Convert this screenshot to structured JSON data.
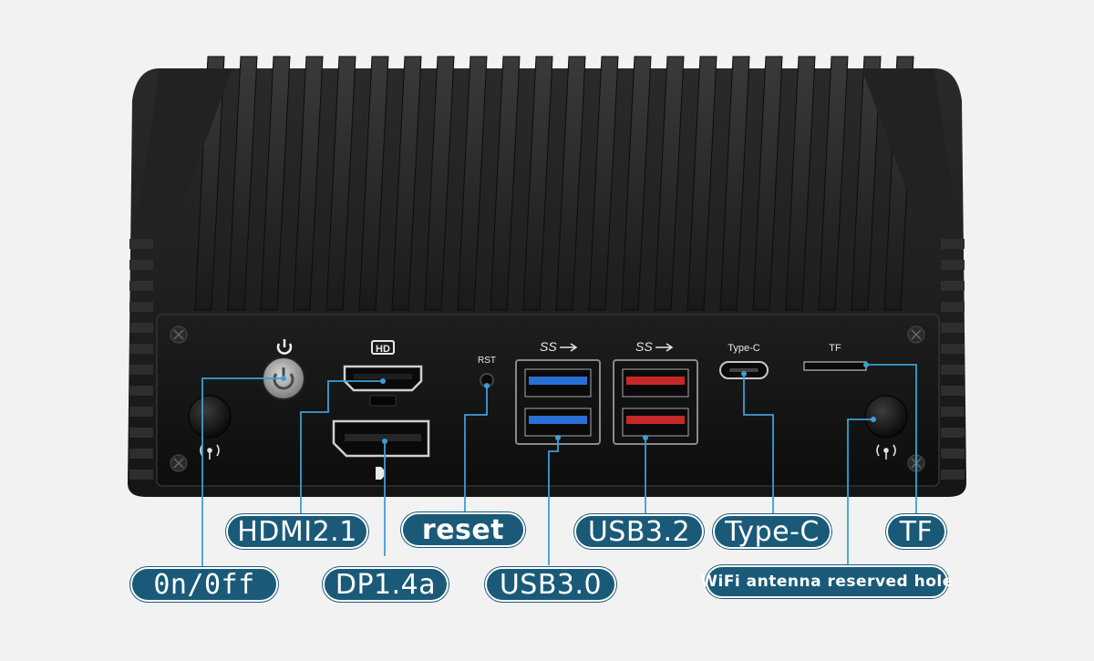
{
  "panel_labels": {
    "rst": "RST",
    "typec": "Type-C",
    "tf": "TF",
    "ss_usb3_0": "SS",
    "ss_usb3_2": "SS",
    "hd": "HD"
  },
  "callouts": {
    "on_off": "0n/0ff",
    "hdmi": "HDMI2.1",
    "dp": "DP1.4a",
    "reset": "reset",
    "usb30": "USB3.0",
    "usb32": "USB3.2",
    "typec": "Type-C",
    "tf": "TF",
    "wifi": "WiFi antenna reserved hole"
  },
  "colors": {
    "background": "#f2f2f2",
    "chassis": "#1c1c1c",
    "callout_fill": "#1a5a78",
    "leader_line": "#3a9fd8",
    "usb3_0_blue": "#2a6fd6",
    "usb3_2_red": "#c62828"
  },
  "icons": [
    "power-icon",
    "wifi-antenna-icon",
    "displayport-icon",
    "hd-icon",
    "superspeed-usb-icon"
  ]
}
